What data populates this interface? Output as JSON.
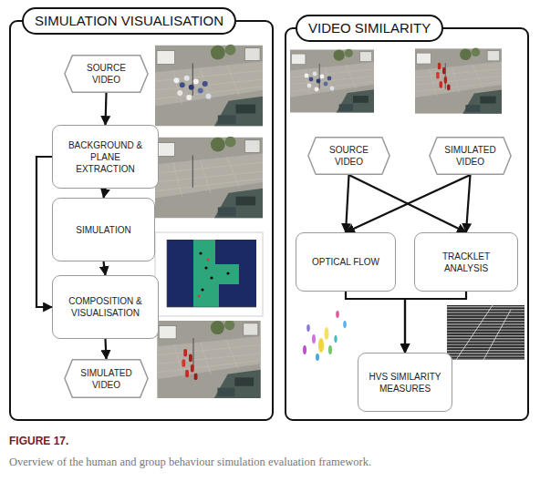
{
  "diagram": {
    "caption": "Overview of the human and group behaviour simulation evaluation framework.",
    "nodes": [
      {
        "text": [
          "SIMULATION VISUALISATION"
        ]
      },
      {
        "text": [
          "SOURCE VIDEO"
        ],
        "in": 0
      },
      {
        "text": [
          "BACKGROUND & PLANE EXTRACTION"
        ],
        "in": 0
      },
      {
        "text": [
          "SIMULATION"
        ],
        "in": 0
      },
      {
        "text": [
          "COMPOSITION & VISUALISATION"
        ],
        "in": 0
      },
      {
        "text": [
          "SIMULATED VIDEO"
        ],
        "in": 0
      },
      {
        "text": [
          "VIDEO SIMILARITY"
        ]
      },
      {
        "text": [
          "SOURCE VIDEO"
        ],
        "in": 6
      },
      {
        "text": [
          "SIMULATED VIDEO"
        ],
        "in": 6
      },
      {
        "text": [
          "OPTICAL FLOW"
        ],
        "in": 6
      },
      {
        "text": [
          "TRACKLET ANALYSIS"
        ],
        "in": 6
      },
      {
        "text": [
          "HVS SIMILARITY MEASURES"
        ],
        "in": 6
      }
    ],
    "edges": [
      {
        "from": 1,
        "to": 2,
        "arrow": "to"
      },
      {
        "from": 2,
        "to": 3,
        "arrow": "to"
      },
      {
        "from": 3,
        "to": 4,
        "arrow": "to"
      },
      {
        "from": 2,
        "to": 4,
        "arrow": "to"
      },
      {
        "from": 4,
        "to": 5,
        "arrow": "to"
      },
      {
        "from": 7,
        "to": 9,
        "arrow": "to"
      },
      {
        "from": 7,
        "to": 10,
        "arrow": "to"
      },
      {
        "from": 8,
        "to": 9,
        "arrow": "to"
      },
      {
        "from": 8,
        "to": 10,
        "arrow": "to"
      },
      {
        "from": 9,
        "to": 11,
        "arrow": "to"
      },
      {
        "from": 10,
        "to": 11,
        "arrow": "to"
      }
    ],
    "labels": [
      "FIGURE 17."
    ]
  }
}
